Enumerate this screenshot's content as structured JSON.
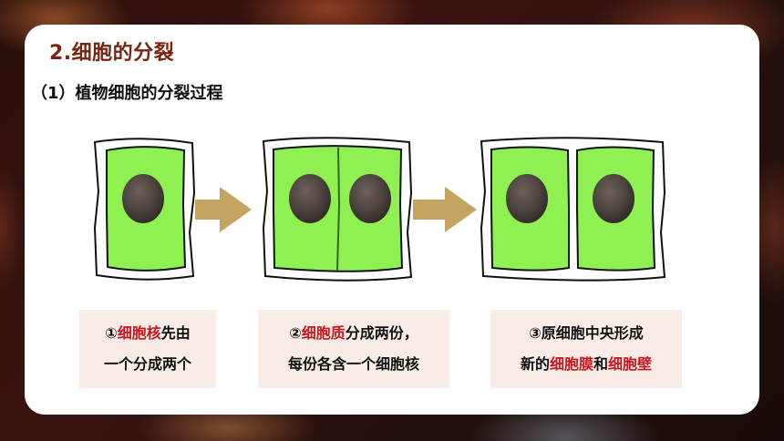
{
  "slide": {
    "title": "2.细胞的分裂",
    "subtitle": "（1）植物细胞的分裂过程"
  },
  "steps": [
    {
      "line1_prefix": "①",
      "line1_highlight": "细胞核",
      "line1_suffix": "先由",
      "line2": "一个分成两个"
    },
    {
      "line1_prefix": "②",
      "line1_highlight": "细胞质",
      "line1_suffix": "分成两份，",
      "line2": "每份各含一个细胞核"
    },
    {
      "line1": "③原细胞中央形成",
      "line2_prefix": "新的",
      "line2_highlight1": "细胞膜",
      "line2_mid": "和",
      "line2_highlight2": "细胞壁"
    }
  ],
  "colors": {
    "cytoplasm": "#8ff052",
    "nucleus": "#4a423c",
    "arrow": "#c4a461",
    "title": "#7a2410",
    "highlight": "#c8171c",
    "box_background": "#f9ece7"
  }
}
